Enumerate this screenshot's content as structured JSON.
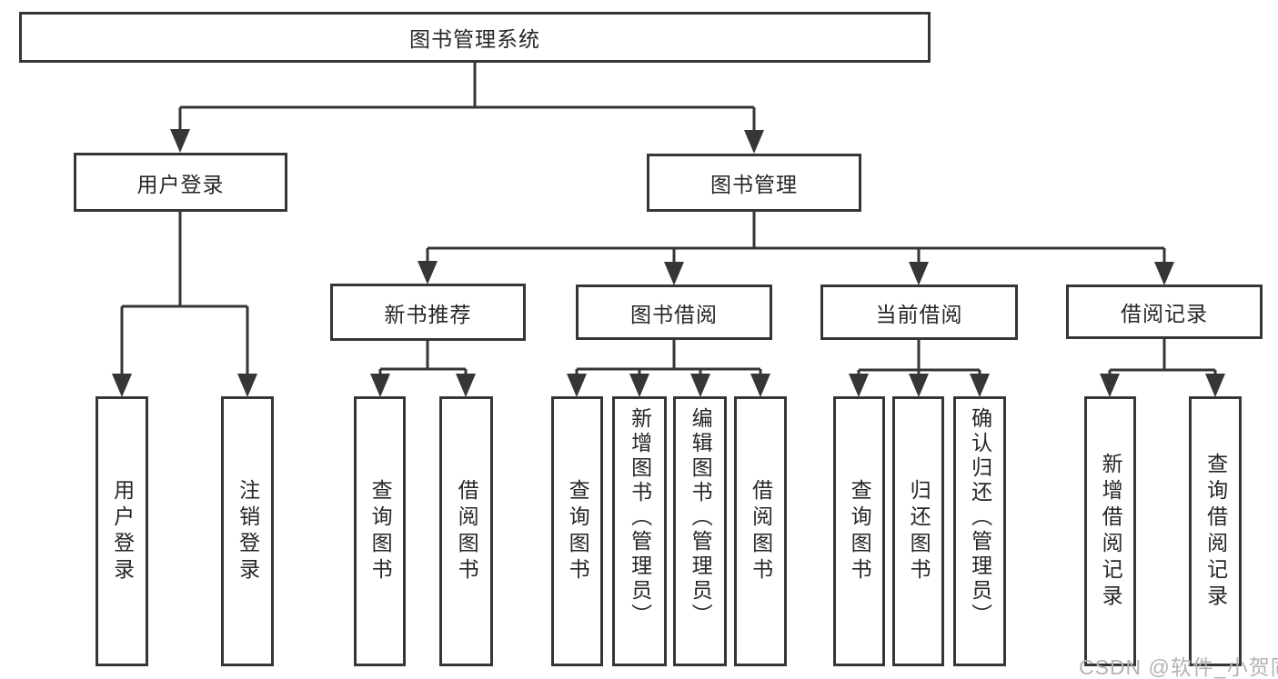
{
  "diagram": {
    "root": {
      "label": "图书管理系统",
      "children": [
        {
          "label": "用户登录",
          "children": [
            {
              "label": "用户登录"
            },
            {
              "label": "注销登录"
            }
          ]
        },
        {
          "label": "图书管理",
          "children": [
            {
              "label": "新书推荐",
              "children": [
                {
                  "label": "查询图书"
                },
                {
                  "label": "借阅图书"
                }
              ]
            },
            {
              "label": "图书借阅",
              "children": [
                {
                  "label": "查询图书"
                },
                {
                  "label": "新增图书（管理员）"
                },
                {
                  "label": "编辑图书（管理员）"
                },
                {
                  "label": "借阅图书"
                }
              ]
            },
            {
              "label": "当前借阅",
              "children": [
                {
                  "label": "查询图书"
                },
                {
                  "label": "归还图书"
                },
                {
                  "label": "确认归还（管理员）"
                }
              ]
            },
            {
              "label": "借阅记录",
              "children": [
                {
                  "label": "新增借阅记录"
                },
                {
                  "label": "查询借阅记录"
                }
              ]
            }
          ]
        }
      ]
    },
    "watermark": "CSDN @软件_小贺同学",
    "colors": {
      "line": "#363636",
      "text": "#262626",
      "background": "#ffffff",
      "watermark": "#b3b3b3"
    }
  }
}
